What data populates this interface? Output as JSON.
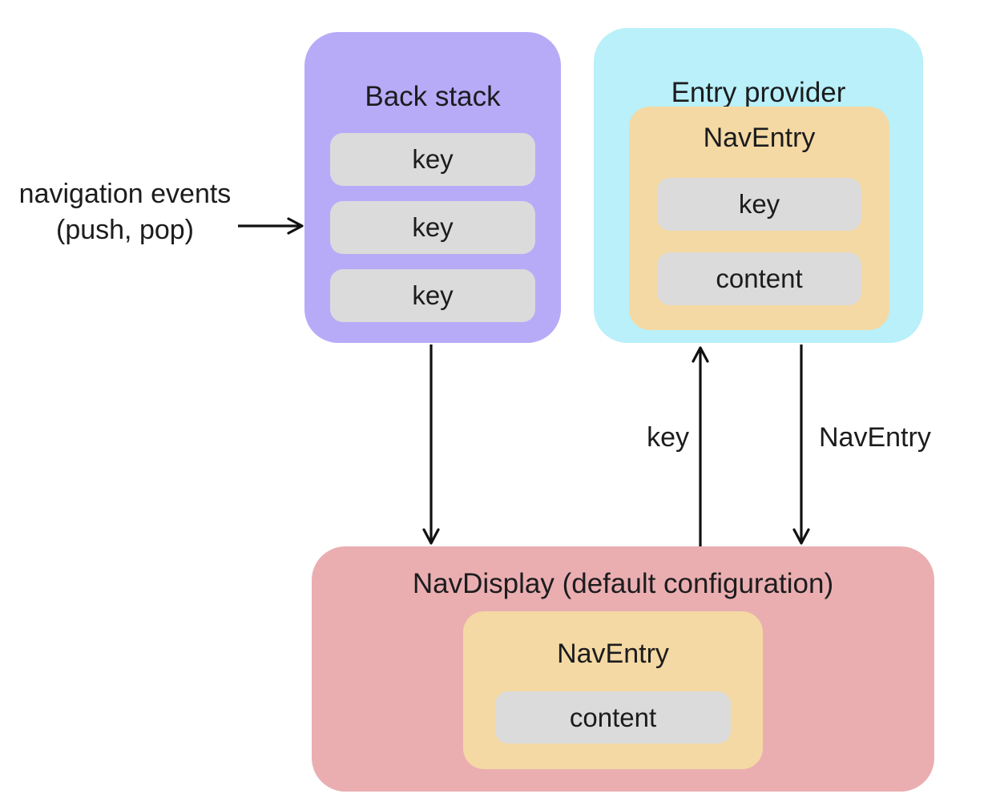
{
  "diagram": {
    "back_stack": {
      "title": "Back stack",
      "keys": [
        "key",
        "key",
        "key"
      ]
    },
    "entry_provider": {
      "title": "Entry provider",
      "nav_entry": {
        "title": "NavEntry",
        "key_label": "key",
        "content_label": "content"
      }
    },
    "nav_display": {
      "title": "NavDisplay (default configuration)",
      "nav_entry": {
        "title": "NavEntry",
        "content_label": "content"
      }
    },
    "annotations": {
      "navigation_events_line1": "navigation events",
      "navigation_events_line2": "(push, pop)",
      "key_arrow_label": "key",
      "nav_entry_arrow_label": "NavEntry"
    },
    "colors": {
      "back_stack_fill": "#b7abf8",
      "entry_provider_fill": "#b9f0f9",
      "nav_entry_fill": "#f4d9a4",
      "pill_fill": "#dbdbdb",
      "nav_display_fill": "#eaaeb1",
      "arrow_stroke": "#111111",
      "text": "#1c1c1e"
    }
  }
}
